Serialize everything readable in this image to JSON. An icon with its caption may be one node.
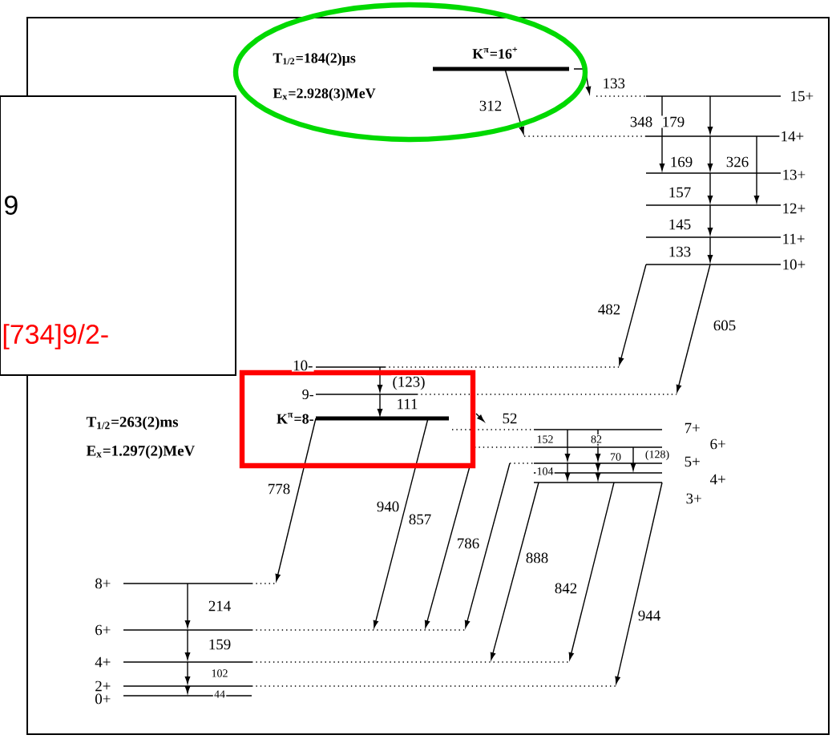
{
  "diagram": {
    "nodes": [
      {
        "text": [
          "T$_{1/2}$=184(2)μs",
          "E$_{x}$=2.928(3)MeV",
          "K$^{π}$=16$^{+}$"
        ]
      },
      {
        "text": [
          "9-",
          "K$^{π}$=8-"
        ]
      },
      {
        "text": [
          "9",
          "[734]9/2-"
        ]
      }
    ],
    "labels": [
      "15+",
      "133",
      "312",
      "348",
      "179",
      "14+",
      "169",
      "326",
      "13+",
      "157",
      "12+",
      "145",
      "11+",
      "133",
      "10+",
      "482",
      "605",
      "10-",
      "(123)",
      "111",
      "T$_{1/2}$=263(2)ms",
      "E$_{x}$=1.297(2)MeV",
      "52",
      "7+",
      "152",
      "82",
      "6+",
      "70",
      "(128)",
      "5+",
      "104",
      "4+",
      "3+",
      "778",
      "940",
      "857",
      "786",
      "888",
      "842",
      "944",
      "8+",
      "214",
      "6+",
      "159",
      "4+",
      "2+",
      "102",
      "0+",
      "44"
    ]
  }
}
